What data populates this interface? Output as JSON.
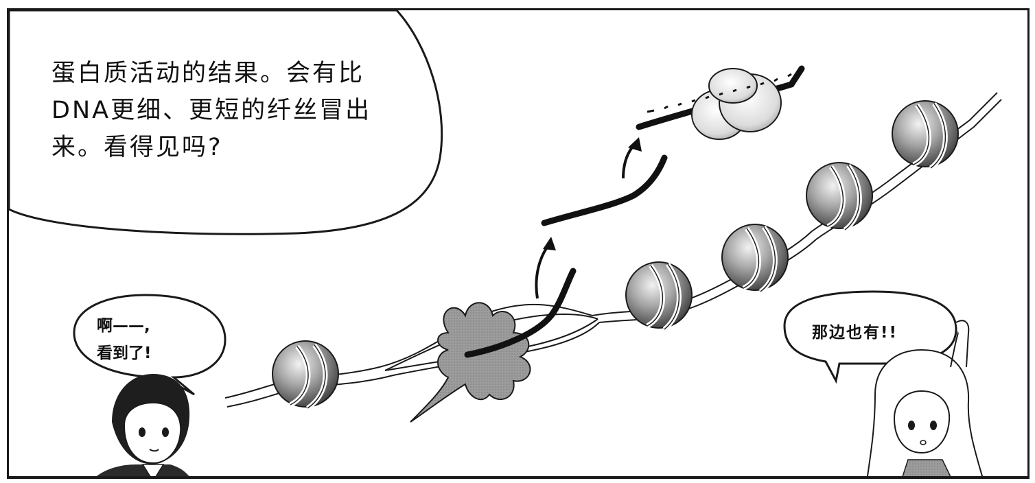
{
  "narration": {
    "line1": "蛋白质活动的结果。会有比",
    "line2": "DNA更细、更短的纤丝冒出",
    "line3": "来。看得见吗?"
  },
  "boy_bubble": {
    "line1": "啊——,",
    "line2": "看到了!"
  },
  "girl_bubble": {
    "text": "那边也有!!"
  },
  "colors": {
    "ink": "#111111",
    "nucleosome": "#8a8a8a",
    "protein_blob": "#9a9a9a",
    "rna_strand": "#111111"
  }
}
